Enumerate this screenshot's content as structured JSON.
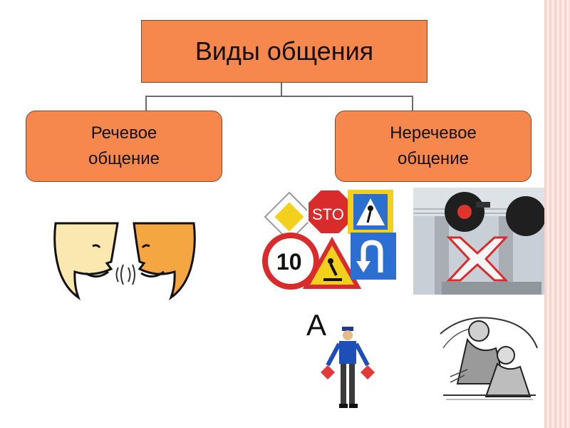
{
  "diagram": {
    "title": "Виды общения",
    "left_node": {
      "line1": "Речевое",
      "line2": "общение"
    },
    "right_node": {
      "line1": "Неречевое",
      "line2": "общение"
    }
  },
  "images": {
    "speaking_faces": "two-speaking-faces-icon",
    "road_signs": "road-signs-icon",
    "stop_sign_text": "STO",
    "speed_limit": "10",
    "railway_signal": "railway-crossing-signal-icon",
    "semaphore_letter": "A",
    "semaphore_person": "flag-semaphore-person-icon",
    "sketch": "sketch-illustration-icon"
  },
  "colors": {
    "node_fill": "#f7884d",
    "connector": "#6b6b6b"
  }
}
